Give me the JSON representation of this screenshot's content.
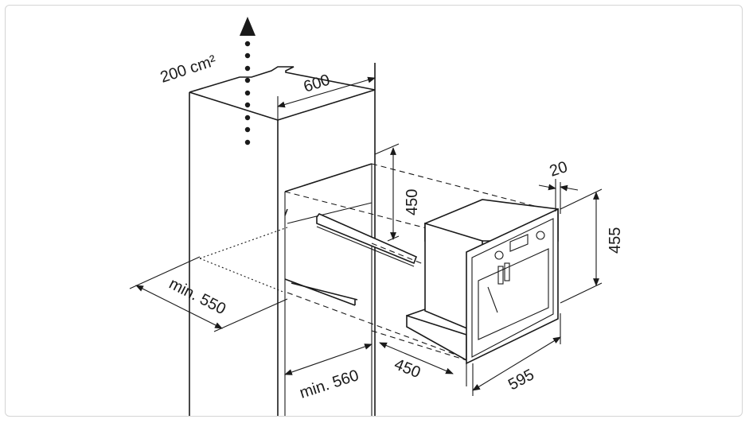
{
  "labels": {
    "airflow": "200 cm²",
    "cabinet_width": "600",
    "niche_height": "450",
    "frame_depth": "20",
    "appliance_height": "455",
    "min_depth": "min. 550",
    "min_width": "min. 560",
    "appliance_depth": "450",
    "appliance_width": "595"
  }
}
